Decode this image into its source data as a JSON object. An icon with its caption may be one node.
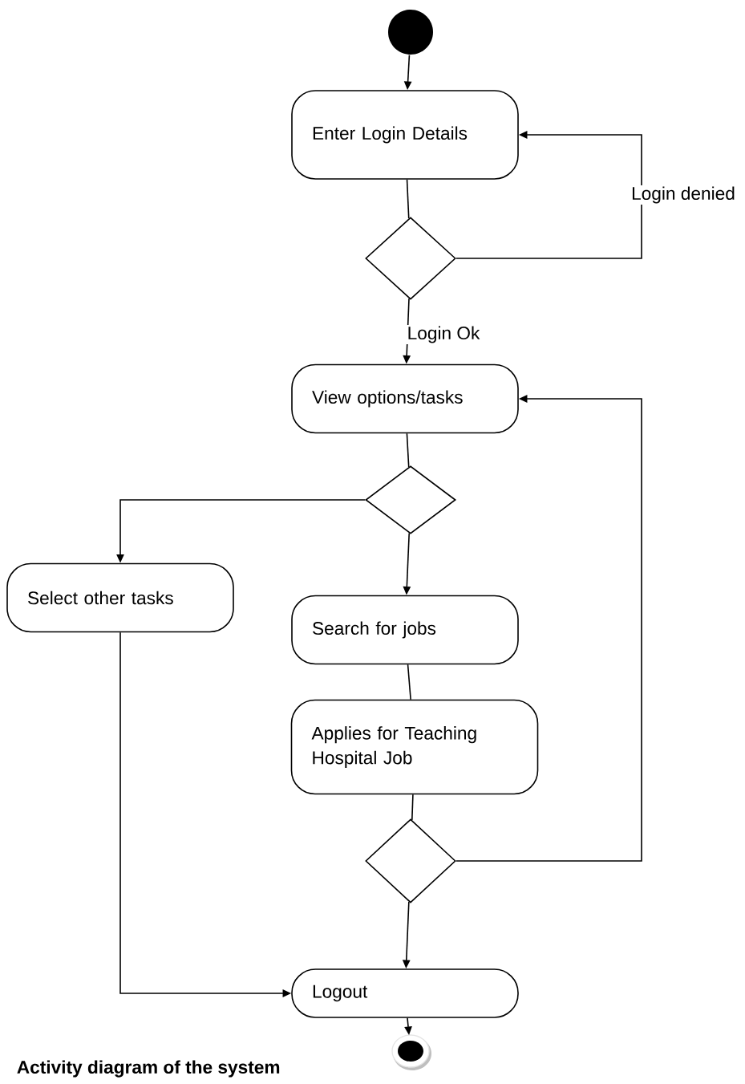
{
  "diagram": {
    "caption": "Activity diagram of the system",
    "nodes": [
      {
        "text": [],
        "shape": "circle"
      },
      {
        "text": [
          "Enter Login Details"
        ]
      },
      {
        "text": [],
        "shape": "diamond"
      },
      {
        "text": [
          "View options/tasks"
        ]
      },
      {
        "text": [],
        "shape": "diamond"
      },
      {
        "text": [
          "Select other tasks"
        ]
      },
      {
        "text": [
          "Search for jobs"
        ]
      },
      {
        "text": [
          "Applies for Teaching Hospital Job"
        ]
      },
      {
        "text": [],
        "shape": "diamond"
      },
      {
        "text": [
          "Logout"
        ]
      },
      {
        "text": [],
        "shape": "circle"
      }
    ],
    "edges": [
      {
        "from": 0,
        "to": 1,
        "arrow": "to"
      },
      {
        "from": 1,
        "to": 2,
        "arrow": "none"
      },
      {
        "from": 2,
        "to": 1,
        "arrow": "to",
        "label": "Login denied"
      },
      {
        "from": 2,
        "to": 3,
        "arrow": "to",
        "label": "Login Ok"
      },
      {
        "from": 3,
        "to": 4,
        "arrow": "none"
      },
      {
        "from": 4,
        "to": 5,
        "arrow": "to"
      },
      {
        "from": 4,
        "to": 6,
        "arrow": "to"
      },
      {
        "from": 6,
        "to": 7,
        "arrow": "none"
      },
      {
        "from": 7,
        "to": 8,
        "arrow": "none"
      },
      {
        "from": 8,
        "to": 3,
        "arrow": "to"
      },
      {
        "from": 8,
        "to": 9,
        "arrow": "to"
      },
      {
        "from": 5,
        "to": 9,
        "arrow": "to"
      },
      {
        "from": 9,
        "to": 10,
        "arrow": "to"
      }
    ]
  }
}
